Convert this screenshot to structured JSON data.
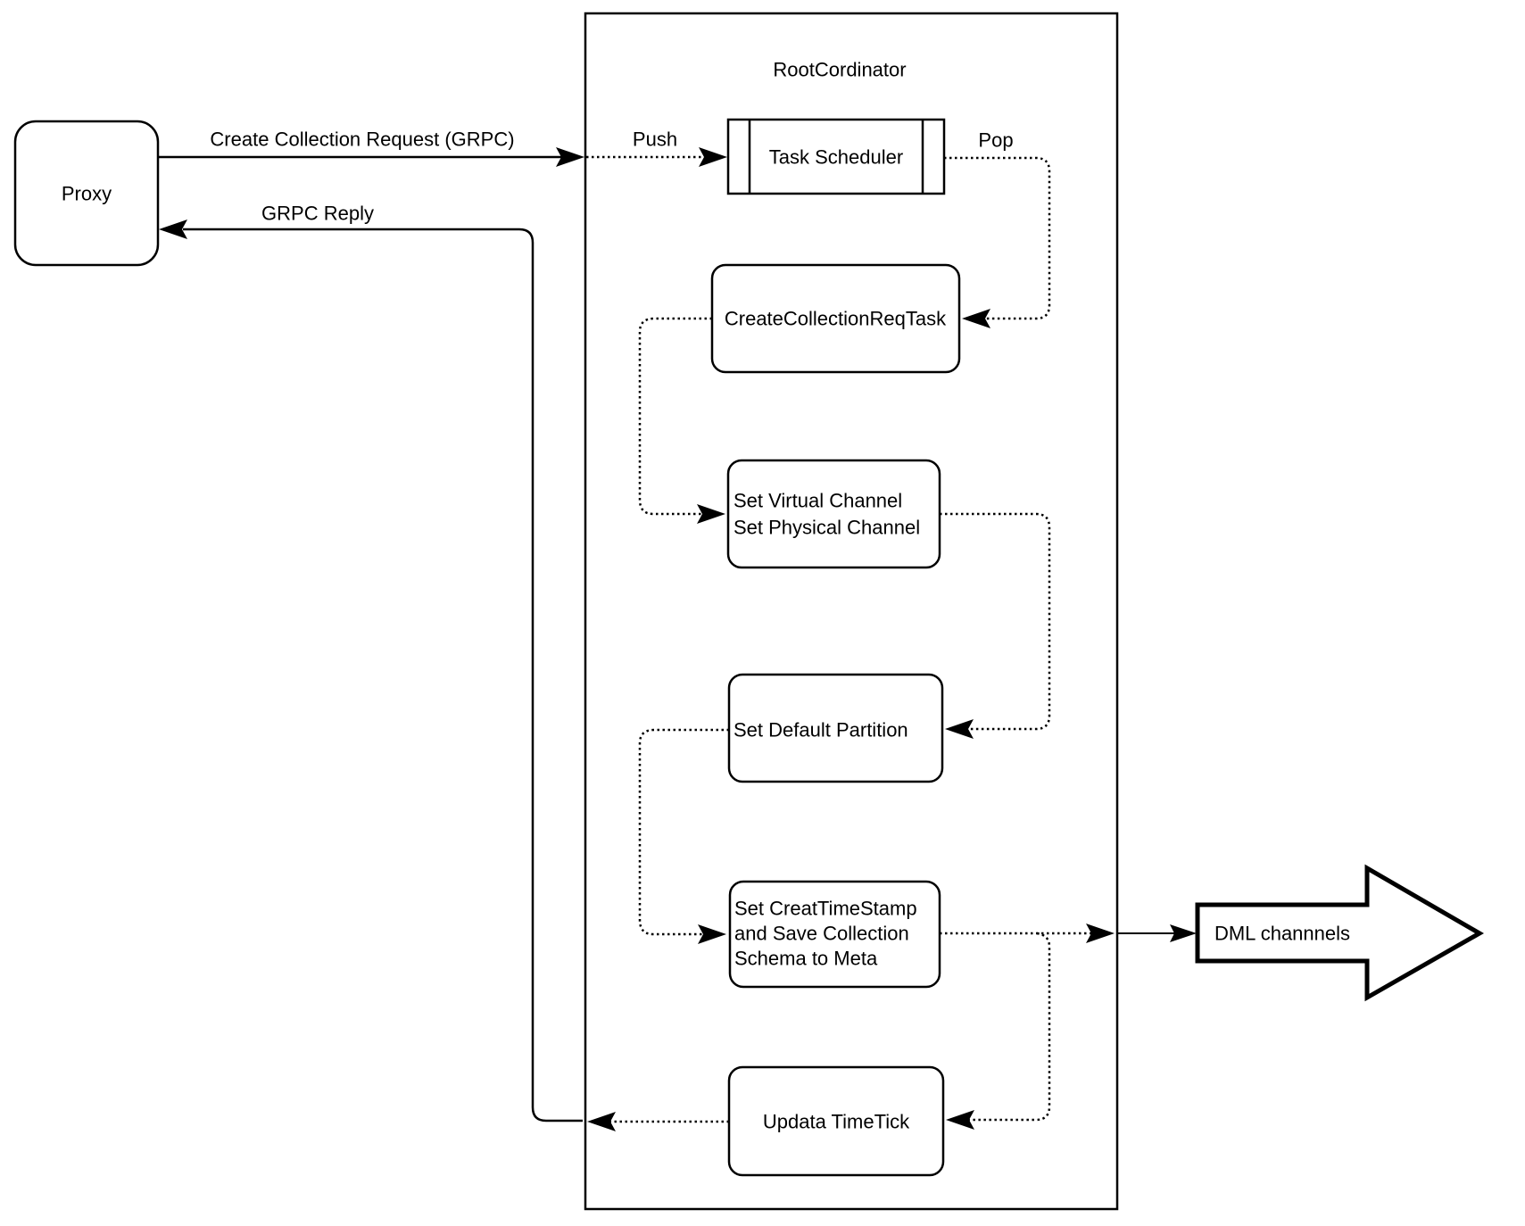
{
  "nodes": {
    "proxy": "Proxy",
    "root_coordinator": "RootCordinator",
    "task_scheduler": "Task Scheduler",
    "create_collection_req_task": "CreateCollectionReqTask",
    "set_channel_line1": "Set Virtual Channel",
    "set_channel_line2": "Set Physical Channel",
    "set_default_partition": "Set Default Partition",
    "set_timestamp_line1": "Set CreatTimeStamp",
    "set_timestamp_line2": "and Save Collection",
    "set_timestamp_line3": "Schema to Meta",
    "updata_timetick": "Updata TimeTick",
    "dml_channels": "DML channnels"
  },
  "edges": {
    "create_collection_request": "Create Collection Request (GRPC)",
    "grpc_reply": "GRPC Reply",
    "push": "Push",
    "pop": "Pop"
  },
  "colors": {
    "stroke": "#000000",
    "background": "#ffffff"
  }
}
